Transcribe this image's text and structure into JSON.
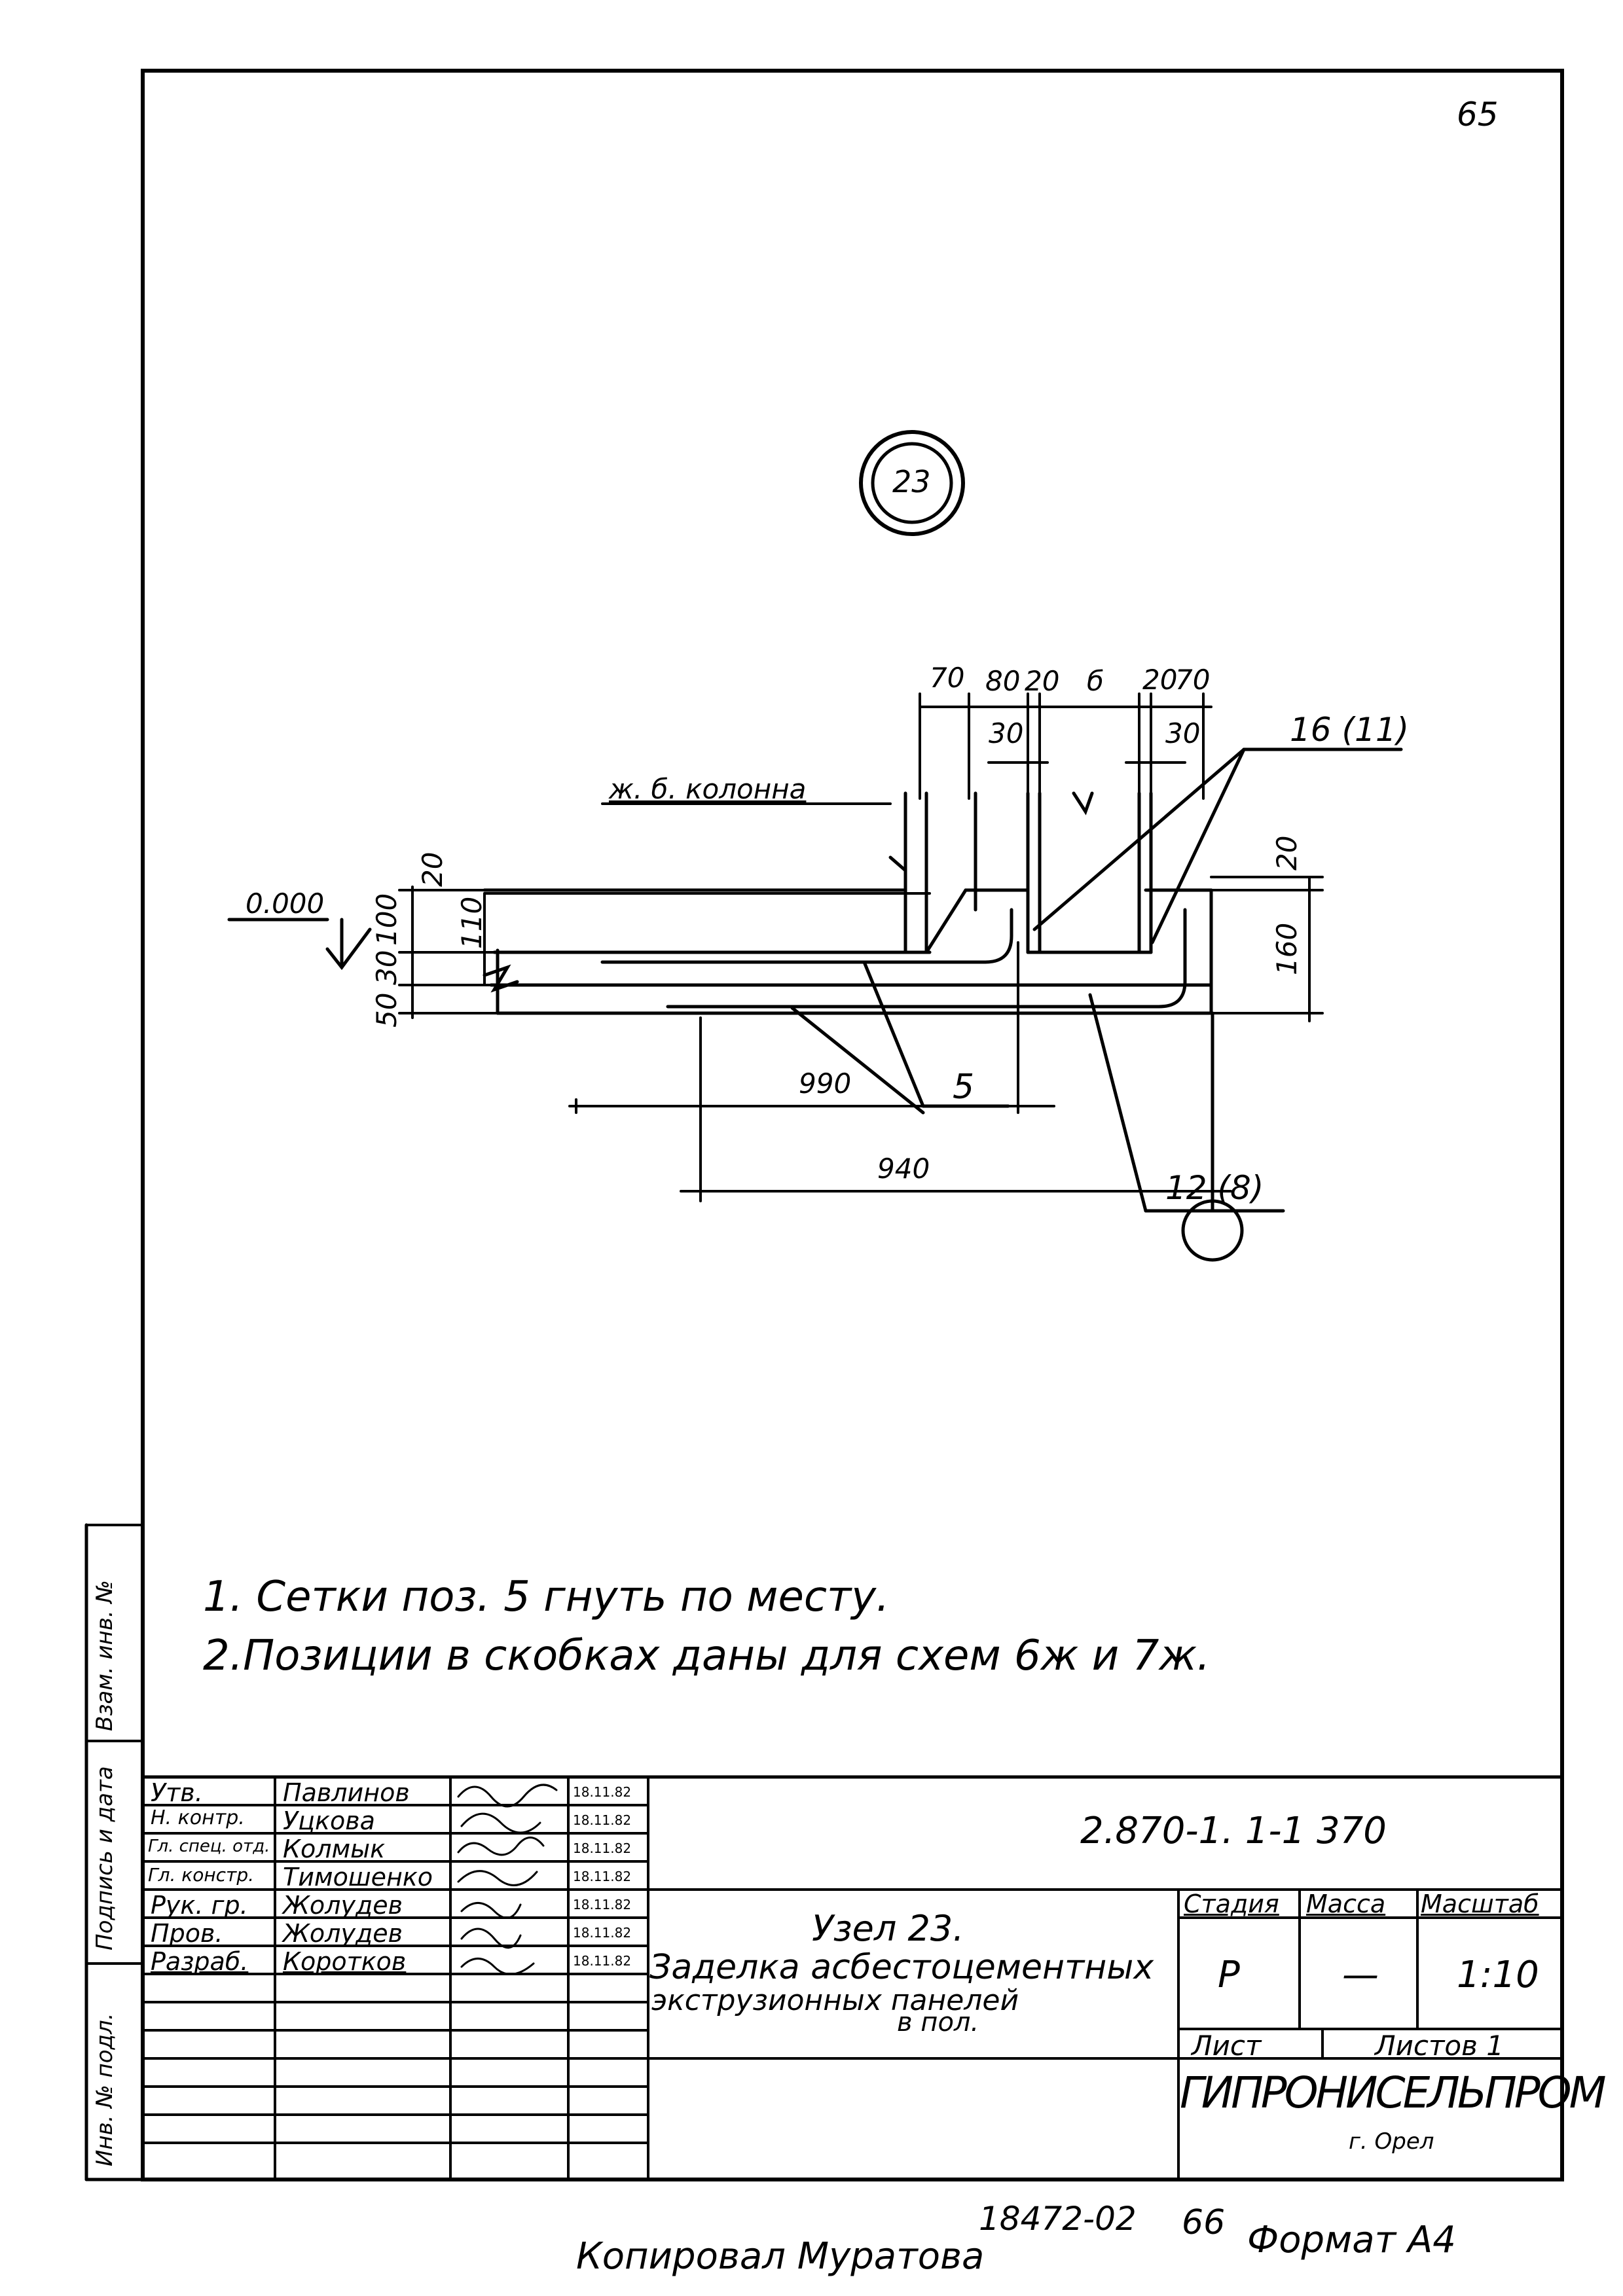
{
  "sheet_number": "65",
  "node_number": "23",
  "drawing": {
    "column_label": "ж. б. колонна",
    "level_mark": "0.000",
    "dims_top": [
      "70",
      "80",
      "20",
      "б",
      "20",
      "70"
    ],
    "dim_30_left": "30",
    "dim_30_right": "30",
    "callout_16": "16 (11)",
    "callout_12": "12 (8)",
    "callout_5": "5",
    "dims_left_vertical": [
      "20",
      "100",
      "110",
      "30",
      "50"
    ],
    "dims_right_vertical": [
      "20",
      "160"
    ],
    "dim_990": "990",
    "dim_940": "940"
  },
  "notes": [
    "1. Сетки поз. 5 гнуть по месту.",
    "2.Позиции в скобках даны для схем 6ж и 7ж."
  ],
  "title_block": {
    "rows": [
      {
        "role": "Утв.",
        "name": "Павлинов",
        "date": "18.11.82"
      },
      {
        "role": "Н. контр.",
        "name": "Уцкова",
        "date": "18.11.82"
      },
      {
        "role": "Гл. спец. отд.",
        "name": "Колмык",
        "date": "18.11.82"
      },
      {
        "role": "Гл. констр.",
        "name": "Тимошенко",
        "date": "18.11.82"
      },
      {
        "role": "Рук. гр.",
        "name": "Жолудев",
        "date": "18.11.82"
      },
      {
        "role": "Пров.",
        "name": "Жолудев",
        "date": "18.11.82"
      },
      {
        "role": "Разраб.",
        "name": "Коротков",
        "date": "18.11.82"
      }
    ],
    "doc_code": "2.870-1. 1-1 370",
    "title_line1": "Узел 23.",
    "title_line2": "Заделка асбестоцементных",
    "title_line3": "экструзионных панелей",
    "title_line4": "в пол.",
    "stage_header": "Стадия",
    "mass_header": "Масса",
    "scale_header": "Масштаб",
    "stage_value": "Р",
    "mass_value": "—",
    "scale_value": "1:10",
    "sheet_label": "Лист",
    "sheets_label": "Листов 1",
    "org_name": "ГИПРОНИСЕЛЬПРОМ",
    "org_city": "г. Орел"
  },
  "side_stamp": {
    "inv_no": "Инв. № подл.",
    "sign_date": "Подпись и дата",
    "replace_inv": "Взам. инв. №"
  },
  "footer": {
    "copied_by": "Копировал Муратова",
    "order_no": "18472-02",
    "page": "66",
    "format": "Формат А4"
  }
}
